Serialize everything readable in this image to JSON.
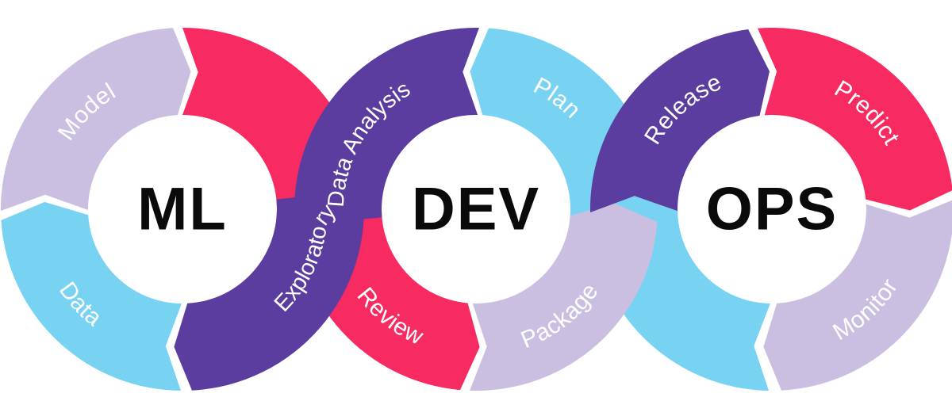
{
  "diagram": {
    "background": "#ffffff",
    "palette": {
      "lavender": "#cabfe1",
      "blue": "#78d2f2",
      "crimson": "#f72b61",
      "purple": "#5b3da0",
      "band_label_text": "#ffffff",
      "ring_label_text": "#0a0a0a"
    },
    "rings": {
      "ml": {
        "label": "ML"
      },
      "dev": {
        "label": "DEV"
      },
      "ops": {
        "label": "OPS"
      }
    },
    "segments": {
      "data": {
        "label": "Data",
        "color": "blue",
        "ring": "ml"
      },
      "model": {
        "label": "Model",
        "color": "lavender",
        "ring": "ml"
      },
      "review": {
        "label": "Review",
        "color": "crimson",
        "ring": "ml-dev"
      },
      "eda": {
        "label": "Exploratory Data Analysis",
        "color": "purple",
        "ring": "dev-ml"
      },
      "plan": {
        "label": "Plan",
        "color": "blue",
        "ring": "ops-dev"
      },
      "package": {
        "label": "Package",
        "color": "lavender",
        "ring": "dev"
      },
      "release": {
        "label": "Release",
        "color": "purple",
        "ring": "dev-ops"
      },
      "predict": {
        "label": "Predict",
        "color": "crimson",
        "ring": "ops"
      },
      "monitor": {
        "label": "Monitor",
        "color": "lavender",
        "ring": "ops"
      }
    },
    "flow_order": [
      "Plan",
      "Exploratory Data Analysis",
      "Data",
      "Model",
      "Review",
      "Package",
      "Release",
      "Predict",
      "Monitor"
    ]
  }
}
